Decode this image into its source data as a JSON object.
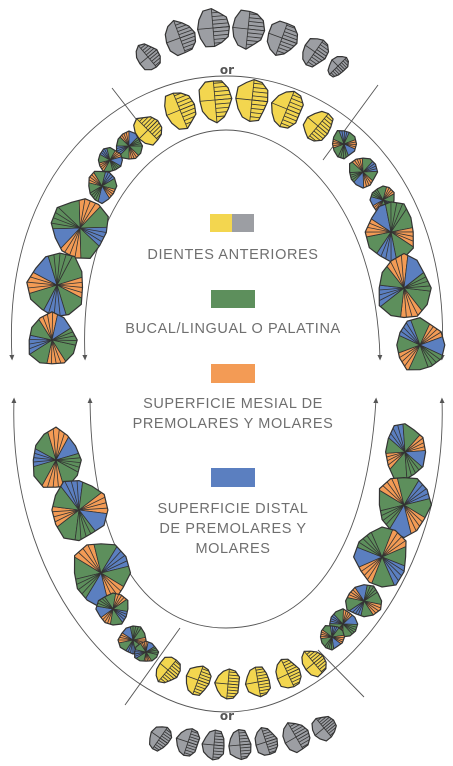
{
  "legend": {
    "anterior_label": "DIENTES ANTERIORES",
    "buccal_label": "BUCAL/LINGUAL O PALATINA",
    "mesial_label_line1": "SUPERFICIE MESIAL DE",
    "mesial_label_line2": "PREMOLARES Y MOLARES",
    "distal_label_line1": "SUPERFICIE DISTAL",
    "distal_label_line2": "DE PREMOLARES Y",
    "distal_label_line3": "MOLARES"
  },
  "upper": {
    "or_label": "or"
  },
  "lower": {
    "or_label": "or"
  },
  "colors": {
    "anterior_yellow": "#f3d64f",
    "anterior_gray": "#9c9ea3",
    "buccal_lingual_green": "#5d8f5c",
    "mesial_orange": "#f39b55",
    "distal_blue": "#5b7fc0",
    "outline": "#333333"
  },
  "icons": {
    "tooth": "tooth-icon",
    "arrow": "arrow-icon"
  }
}
